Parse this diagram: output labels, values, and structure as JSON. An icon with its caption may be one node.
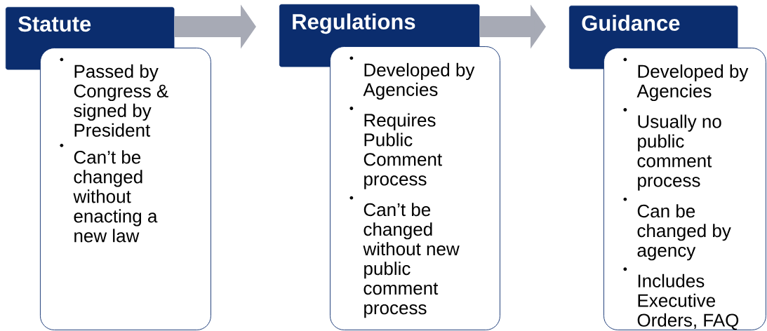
{
  "diagram": {
    "nodes": [
      {
        "text": [
          "Statute"
        ]
      },
      {
        "text": [
          "Passed by Congress & signed by President",
          "Can’t be changed without enacting a new law"
        ]
      },
      {
        "text": [
          "Regulations"
        ]
      },
      {
        "text": [
          "Developed by Agencies",
          "Requires Public Comment process",
          "Can’t be changed without new public comment process"
        ]
      },
      {
        "text": [
          "Guidance"
        ]
      },
      {
        "text": [
          "Developed by Agencies",
          "Usually no public comment process",
          "Can be changed by agency",
          "Includes Executive Orders, FAQ"
        ]
      }
    ],
    "edges": [
      {
        "from": 0,
        "to": 2,
        "arrow": "to"
      },
      {
        "from": 2,
        "to": 4,
        "arrow": "to"
      }
    ]
  }
}
